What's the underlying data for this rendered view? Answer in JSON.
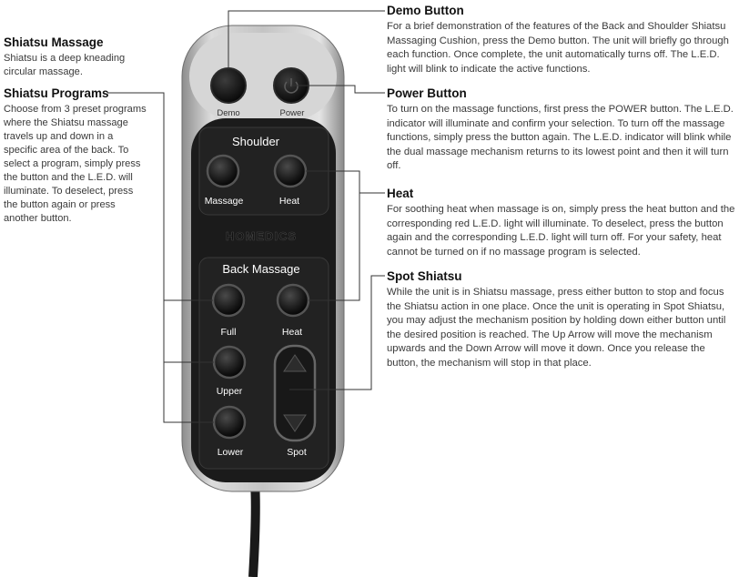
{
  "callouts": {
    "shiatsu_massage": {
      "title": "Shiatsu Massage",
      "body": "Shiatsu is a deep kneading circular massage."
    },
    "shiatsu_programs": {
      "title": "Shiatsu Programs",
      "body": "Choose from 3 preset programs where the Shiatsu massage travels up and down in a specific area of the back. To select a program, simply press the button and the L.E.D. will illuminate. To deselect, press the button again or press another button."
    },
    "demo_button": {
      "title": "Demo Button",
      "body": "For a brief demonstration of the features of the Back and Shoulder Shiatsu Massaging Cushion, press the Demo button. The unit will briefly go through each function. Once complete, the unit automatically turns off. The L.E.D. light will blink to indicate the active functions."
    },
    "power_button": {
      "title": "Power Button",
      "body": "To turn on the massage functions, first press the POWER button. The L.E.D. indicator will illuminate and confirm your selection. To turn off the massage functions, simply press the button again. The L.E.D. indicator will blink while the dual massage mechanism returns to its lowest point and then it will turn off."
    },
    "heat": {
      "title": "Heat",
      "body": "For soothing heat when massage is on, simply press the heat button and the corresponding red L.E.D. light will illuminate. To deselect, press the button again and the corresponding L.E.D. light will turn off. For your safety, heat cannot be turned on if no massage program is selected."
    },
    "spot_shiatsu": {
      "title": "Spot Shiatsu",
      "body": "While the unit is in Shiatsu massage, press either button to stop and focus the Shiatsu action in one place. Once the unit is operating in Spot Shiatsu, you may adjust the mechanism position by holding down either button until the desired position is reached. The Up Arrow will move the mechanism upwards and the Down Arrow will move it down. Once you release the button, the mechanism will stop in that place."
    }
  },
  "remote": {
    "demo_label": "Demo",
    "power_label": "Power",
    "shoulder_heading": "Shoulder",
    "shoulder_massage_label": "Massage",
    "shoulder_heat_label": "Heat",
    "brand_logo": "HOMEDICS",
    "back_heading": "Back Massage",
    "full_label": "Full",
    "back_heat_label": "Heat",
    "upper_label": "Upper",
    "lower_label": "Lower",
    "spot_label": "Spot"
  },
  "icons": {
    "power": "power-icon",
    "up": "up-arrow-icon",
    "down": "down-arrow-icon"
  },
  "colors": {
    "remote_body": "#1c1c1c",
    "remote_shell": "#b9b9b9",
    "leader_line": "#333333"
  }
}
